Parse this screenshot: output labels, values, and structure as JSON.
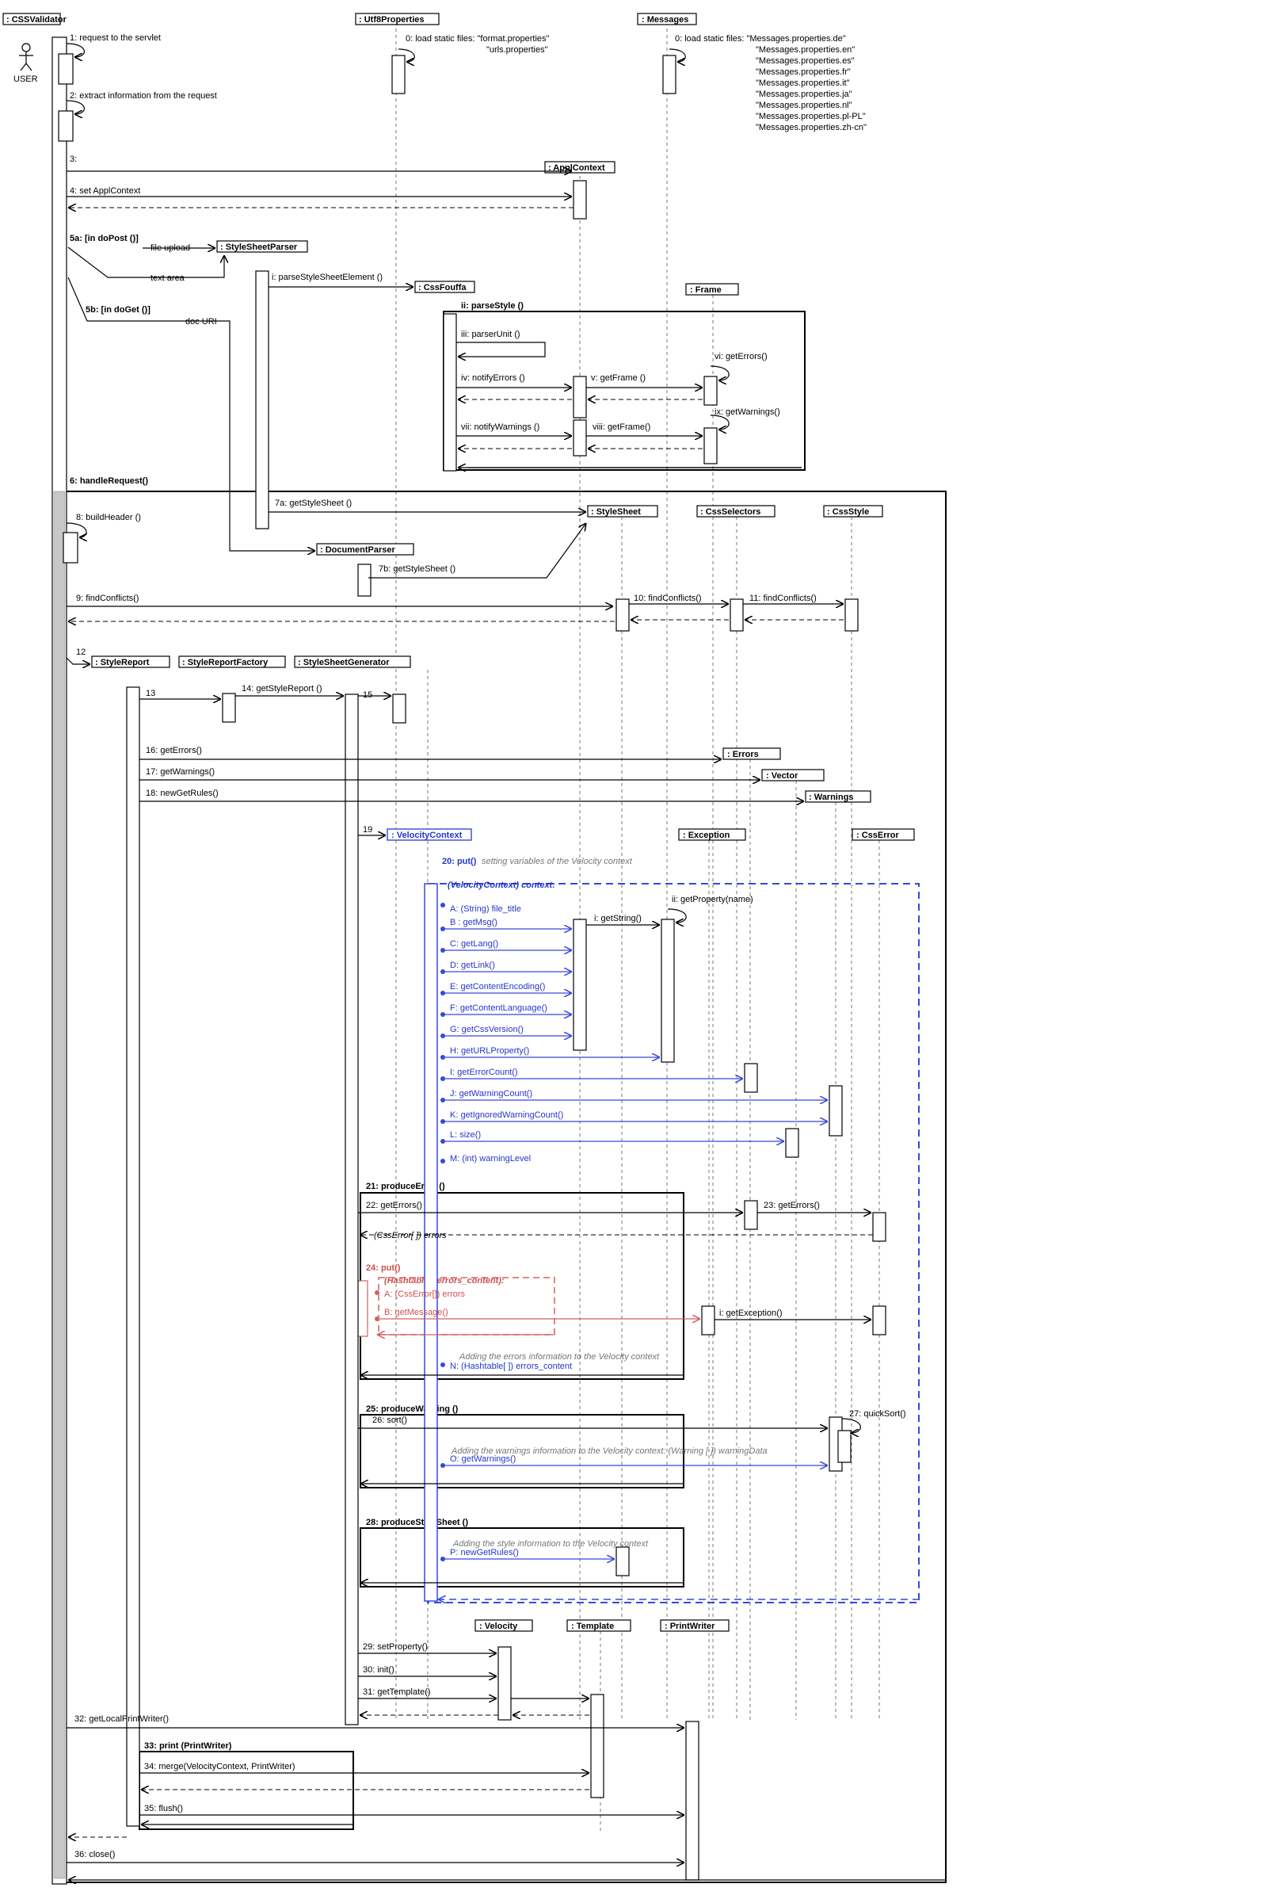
{
  "actor": {
    "name": "USER"
  },
  "participants": [
    {
      "id": "csv",
      "name": ": CSSValidator"
    },
    {
      "id": "utf",
      "name": ": Utf8Properties"
    },
    {
      "id": "msg",
      "name": ": Messages"
    },
    {
      "id": "appl",
      "name": ": ApplContext"
    },
    {
      "id": "ssp",
      "name": ": StyleSheetParser"
    },
    {
      "id": "css4",
      "name": ": CssFouffa"
    },
    {
      "id": "frame",
      "name": ": Frame"
    },
    {
      "id": "ss",
      "name": ": StyleSheet"
    },
    {
      "id": "csel",
      "name": ": CssSelectors"
    },
    {
      "id": "cstyle",
      "name": ": CssStyle"
    },
    {
      "id": "docp",
      "name": ": DocumentParser"
    },
    {
      "id": "sr",
      "name": ": StyleReport"
    },
    {
      "id": "srf",
      "name": ": StyleReportFactory"
    },
    {
      "id": "ssg",
      "name": ": StyleSheetGenerator"
    },
    {
      "id": "errs",
      "name": ": Errors"
    },
    {
      "id": "vec",
      "name": ": Vector"
    },
    {
      "id": "warn",
      "name": ": Warnings"
    },
    {
      "id": "vc",
      "name": ": VelocityContext"
    },
    {
      "id": "exc",
      "name": ": Exception"
    },
    {
      "id": "csserr",
      "name": ": CssError"
    },
    {
      "id": "vel",
      "name": ": Velocity"
    },
    {
      "id": "tpl",
      "name": ": Template"
    },
    {
      "id": "pw",
      "name": ": PrintWriter"
    }
  ],
  "frames": [
    {
      "label": "ii: parseStyle ()",
      "color": "black"
    },
    {
      "label": "6: handleRequest()",
      "color": "black"
    },
    {
      "label": "(VelocityContext) context:",
      "color": "blue"
    },
    {
      "label": "21: produceError ()",
      "color": "black"
    },
    {
      "label": "(Hashtable[] errors_content):",
      "color": "red"
    },
    {
      "label": "25: produceWarning ()",
      "color": "black"
    },
    {
      "label": "28: produceStyleSheet ()",
      "color": "black"
    },
    {
      "label": "33: print (PrintWriter)",
      "color": "black"
    }
  ],
  "notes": [
    {
      "lines": [
        "0: load static files: \"format.properties\"",
        "\"urls.properties\""
      ]
    },
    {
      "lines": [
        "0: load static files: \"Messages.properties.de\"",
        "\"Messages.properties.en\"",
        "\"Messages.properties.es\"",
        "\"Messages.properties.fr\"",
        "\"Messages.properties.it\"",
        "\"Messages.properties.ja\"",
        "\"Messages.properties.nl\"",
        "\"Messages.properties.pl-PL\"",
        "\"Messages.properties.zh-cn\""
      ]
    },
    {
      "text": "5a: [in doPost ()]"
    },
    {
      "text": "5b: [in doGet ()]"
    },
    {
      "text": "20: put()"
    },
    {
      "text": "setting variables of the Velocity context"
    },
    {
      "text": "24: put()"
    },
    {
      "text": "Adding the errors information to the Velocity context"
    },
    {
      "text": "Adding the warnings information to the Velocity context: (Warning [ ]) warningData"
    },
    {
      "text": "Adding the style information to the Velocity context"
    }
  ],
  "messages": [
    {
      "label": "1: request to the servlet"
    },
    {
      "label": "2: extract information from the request"
    },
    {
      "label": "3:"
    },
    {
      "label": "4: set ApplContext"
    },
    {
      "label": "file upload"
    },
    {
      "label": "text area"
    },
    {
      "label": "doc URI"
    },
    {
      "label": "i: parseStyleSheetElement ()"
    },
    {
      "label": "iii: parserUnit ()"
    },
    {
      "label": "iv: notifyErrors ()"
    },
    {
      "label": "v: getFrame ()"
    },
    {
      "label": "vi: getErrors()"
    },
    {
      "label": "vii: notifyWarnings ()"
    },
    {
      "label": "viii: getFrame()"
    },
    {
      "label": "ix: getWarnings()"
    },
    {
      "label": "7a: getStyleSheet ()"
    },
    {
      "label": "8: buildHeader ()"
    },
    {
      "label": "7b: getStyleSheet ()"
    },
    {
      "label": "9: findConflicts()"
    },
    {
      "label": "10: findConflicts()"
    },
    {
      "label": "11: findConflicts()"
    },
    {
      "label": "12"
    },
    {
      "label": "13"
    },
    {
      "label": "14: getStyleReport ()"
    },
    {
      "label": "15"
    },
    {
      "label": "16: getErrors()"
    },
    {
      "label": "17: getWarnings()"
    },
    {
      "label": "18: newGetRules()"
    },
    {
      "label": "19"
    },
    {
      "label": "A: (String) file_title"
    },
    {
      "label": "B : getMsg()"
    },
    {
      "label": "i: getString()"
    },
    {
      "label": "ii: getProperty(name)"
    },
    {
      "label": "C: getLang()"
    },
    {
      "label": "D: getLink()"
    },
    {
      "label": "E: getContentEncoding()"
    },
    {
      "label": "F: getContentLanguage()"
    },
    {
      "label": "G: getCssVersion()"
    },
    {
      "label": "H: getURLProperty()"
    },
    {
      "label": "I: getErrorCount()"
    },
    {
      "label": "J: getWarningCount()"
    },
    {
      "label": "K: getIgnoredWarningCount()"
    },
    {
      "label": "L: size()"
    },
    {
      "label": "M: (int) warningLevel"
    },
    {
      "label": "22: getErrors()"
    },
    {
      "label": "23: getErrors()"
    },
    {
      "label": "(CssError[ ]) errors"
    },
    {
      "label": "A: (CssError[]) errors"
    },
    {
      "label": "B: getMessage()"
    },
    {
      "label": "i: getException()"
    },
    {
      "label": "N: (Hashtable[ ]) errors_content"
    },
    {
      "label": "26: sort()"
    },
    {
      "label": "27: quickSort()"
    },
    {
      "label": "O: getWarnings()"
    },
    {
      "label": "P: newGetRules()"
    },
    {
      "label": "29: setProperty()"
    },
    {
      "label": "30: init()"
    },
    {
      "label": "31: getTemplate()"
    },
    {
      "label": "32: getLocalPrintWriter()"
    },
    {
      "label": "34: merge(VelocityContext, PrintWriter)"
    },
    {
      "label": "35: flush()"
    },
    {
      "label": "36: close()"
    }
  ]
}
